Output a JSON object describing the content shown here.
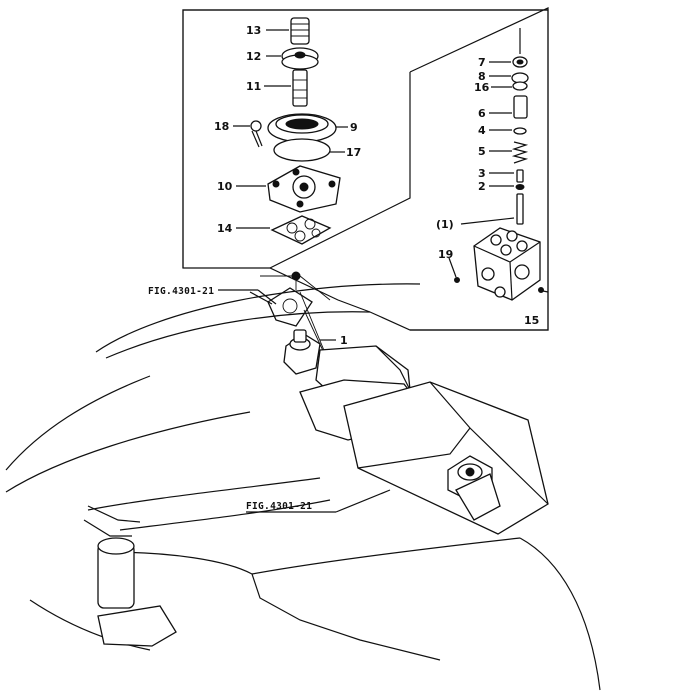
{
  "diagram": {
    "part_labels": {
      "p13": "13",
      "p12": "12",
      "p11": "11",
      "p18": "18",
      "p9": "9",
      "p17": "17",
      "p10": "10",
      "p14": "14",
      "p7": "7",
      "p8": "8",
      "p16": "16",
      "p6": "6",
      "p4": "4",
      "p5": "5",
      "p3": "3",
      "p2": "2",
      "p1paren": "(1)",
      "p19": "19",
      "p15": "15",
      "p1": "1"
    },
    "references": {
      "ref_upper": "FIG.4301-21",
      "ref_lower": "FIG.4301-21"
    }
  }
}
